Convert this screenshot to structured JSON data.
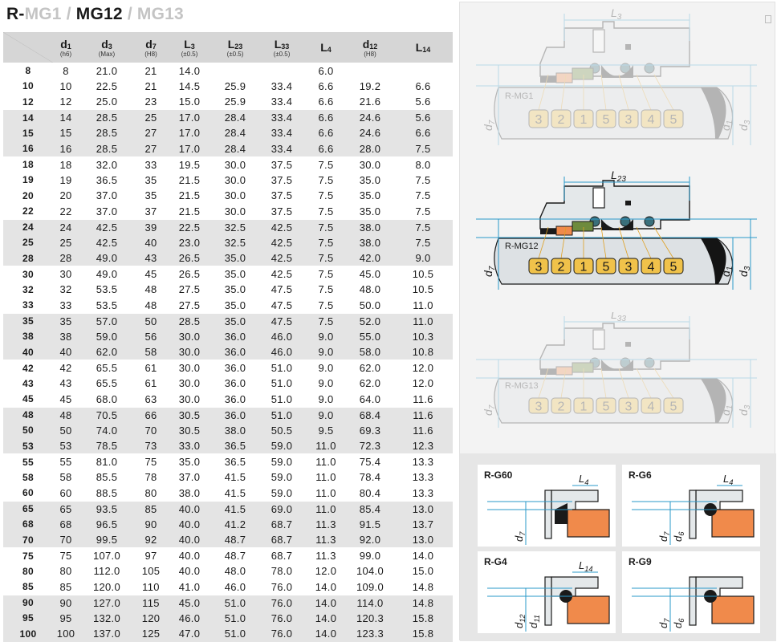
{
  "title": {
    "prefix": "R-",
    "part1": "MG1",
    "sep1": " / ",
    "part2": "MG12",
    "sep2": " / ",
    "part3": "MG13"
  },
  "columns": [
    {
      "symbol": "d",
      "sub": "1",
      "note": "(h6)"
    },
    {
      "symbol": "d",
      "sub": "3",
      "note": "(Max)"
    },
    {
      "symbol": "d",
      "sub": "7",
      "note": "(H8)"
    },
    {
      "symbol": "L",
      "sub": "3",
      "note": "(±0.5)"
    },
    {
      "symbol": "L",
      "sub": "23",
      "note": "(±0.5)"
    },
    {
      "symbol": "L",
      "sub": "33",
      "note": "(±0.5)"
    },
    {
      "symbol": "L",
      "sub": "4",
      "note": ""
    },
    {
      "symbol": "d",
      "sub": "12",
      "note": "(H8)"
    },
    {
      "symbol": "L",
      "sub": "14",
      "note": ""
    }
  ],
  "rows": [
    [
      "8",
      "8",
      "21.0",
      "21",
      "14.0",
      "",
      "",
      "6.0",
      "",
      ""
    ],
    [
      "10",
      "10",
      "22.5",
      "21",
      "14.5",
      "25.9",
      "33.4",
      "6.6",
      "19.2",
      "6.6"
    ],
    [
      "12",
      "12",
      "25.0",
      "23",
      "15.0",
      "25.9",
      "33.4",
      "6.6",
      "21.6",
      "5.6"
    ],
    [
      "14",
      "14",
      "28.5",
      "25",
      "17.0",
      "28.4",
      "33.4",
      "6.6",
      "24.6",
      "5.6"
    ],
    [
      "15",
      "15",
      "28.5",
      "27",
      "17.0",
      "28.4",
      "33.4",
      "6.6",
      "24.6",
      "6.6"
    ],
    [
      "16",
      "16",
      "28.5",
      "27",
      "17.0",
      "28.4",
      "33.4",
      "6.6",
      "28.0",
      "7.5"
    ],
    [
      "18",
      "18",
      "32.0",
      "33",
      "19.5",
      "30.0",
      "37.5",
      "7.5",
      "30.0",
      "8.0"
    ],
    [
      "19",
      "19",
      "36.5",
      "35",
      "21.5",
      "30.0",
      "37.5",
      "7.5",
      "35.0",
      "7.5"
    ],
    [
      "20",
      "20",
      "37.0",
      "35",
      "21.5",
      "30.0",
      "37.5",
      "7.5",
      "35.0",
      "7.5"
    ],
    [
      "22",
      "22",
      "37.0",
      "37",
      "21.5",
      "30.0",
      "37.5",
      "7.5",
      "35.0",
      "7.5"
    ],
    [
      "24",
      "24",
      "42.5",
      "39",
      "22.5",
      "32.5",
      "42.5",
      "7.5",
      "38.0",
      "7.5"
    ],
    [
      "25",
      "25",
      "42.5",
      "40",
      "23.0",
      "32.5",
      "42.5",
      "7.5",
      "38.0",
      "7.5"
    ],
    [
      "28",
      "28",
      "49.0",
      "43",
      "26.5",
      "35.0",
      "42.5",
      "7.5",
      "42.0",
      "9.0"
    ],
    [
      "30",
      "30",
      "49.0",
      "45",
      "26.5",
      "35.0",
      "42.5",
      "7.5",
      "45.0",
      "10.5"
    ],
    [
      "32",
      "32",
      "53.5",
      "48",
      "27.5",
      "35.0",
      "47.5",
      "7.5",
      "48.0",
      "10.5"
    ],
    [
      "33",
      "33",
      "53.5",
      "48",
      "27.5",
      "35.0",
      "47.5",
      "7.5",
      "50.0",
      "11.0"
    ],
    [
      "35",
      "35",
      "57.0",
      "50",
      "28.5",
      "35.0",
      "47.5",
      "7.5",
      "52.0",
      "11.0"
    ],
    [
      "38",
      "38",
      "59.0",
      "56",
      "30.0",
      "36.0",
      "46.0",
      "9.0",
      "55.0",
      "10.3"
    ],
    [
      "40",
      "40",
      "62.0",
      "58",
      "30.0",
      "36.0",
      "46.0",
      "9.0",
      "58.0",
      "10.8"
    ],
    [
      "42",
      "42",
      "65.5",
      "61",
      "30.0",
      "36.0",
      "51.0",
      "9.0",
      "62.0",
      "12.0"
    ],
    [
      "43",
      "43",
      "65.5",
      "61",
      "30.0",
      "36.0",
      "51.0",
      "9.0",
      "62.0",
      "12.0"
    ],
    [
      "45",
      "45",
      "68.0",
      "63",
      "30.0",
      "36.0",
      "51.0",
      "9.0",
      "64.0",
      "11.6"
    ],
    [
      "48",
      "48",
      "70.5",
      "66",
      "30.5",
      "36.0",
      "51.0",
      "9.0",
      "68.4",
      "11.6"
    ],
    [
      "50",
      "50",
      "74.0",
      "70",
      "30.5",
      "38.0",
      "50.5",
      "9.5",
      "69.3",
      "11.6"
    ],
    [
      "53",
      "53",
      "78.5",
      "73",
      "33.0",
      "36.5",
      "59.0",
      "11.0",
      "72.3",
      "12.3"
    ],
    [
      "55",
      "55",
      "81.0",
      "75",
      "35.0",
      "36.5",
      "59.0",
      "11.0",
      "75.4",
      "13.3"
    ],
    [
      "58",
      "58",
      "85.5",
      "78",
      "37.0",
      "41.5",
      "59.0",
      "11.0",
      "78.4",
      "13.3"
    ],
    [
      "60",
      "60",
      "88.5",
      "80",
      "38.0",
      "41.5",
      "59.0",
      "11.0",
      "80.4",
      "13.3"
    ],
    [
      "65",
      "65",
      "93.5",
      "85",
      "40.0",
      "41.5",
      "69.0",
      "11.0",
      "85.4",
      "13.0"
    ],
    [
      "68",
      "68",
      "96.5",
      "90",
      "40.0",
      "41.2",
      "68.7",
      "11.3",
      "91.5",
      "13.7"
    ],
    [
      "70",
      "70",
      "99.5",
      "92",
      "40.0",
      "48.7",
      "68.7",
      "11.3",
      "92.0",
      "13.0"
    ],
    [
      "75",
      "75",
      "107.0",
      "97",
      "40.0",
      "48.7",
      "68.7",
      "11.3",
      "99.0",
      "14.0"
    ],
    [
      "80",
      "80",
      "112.0",
      "105",
      "40.0",
      "48.0",
      "78.0",
      "12.0",
      "104.0",
      "15.0"
    ],
    [
      "85",
      "85",
      "120.0",
      "110",
      "41.0",
      "46.0",
      "76.0",
      "14.0",
      "109.0",
      "14.8"
    ],
    [
      "90",
      "90",
      "127.0",
      "115",
      "45.0",
      "51.0",
      "76.0",
      "14.0",
      "114.0",
      "14.8"
    ],
    [
      "95",
      "95",
      "132.0",
      "120",
      "46.0",
      "51.0",
      "76.0",
      "14.0",
      "120.3",
      "15.8"
    ],
    [
      "100",
      "100",
      "137.0",
      "125",
      "47.0",
      "51.0",
      "76.0",
      "14.0",
      "123.3",
      "15.8"
    ]
  ],
  "groups": [
    3,
    3,
    4,
    3,
    3,
    3,
    3,
    3,
    3,
    3,
    3,
    3,
    3
  ],
  "figures": [
    {
      "model": "R-MG1",
      "dim_top": "L3",
      "dims_side": [
        "d7",
        "d1",
        "d3"
      ],
      "parts": [
        "3",
        "2",
        "1",
        "5",
        "3",
        "4",
        "5"
      ],
      "active": false
    },
    {
      "model": "R-MG12",
      "dim_top": "L23",
      "dims_side": [
        "d7",
        "d1",
        "d3"
      ],
      "parts": [
        "3",
        "2",
        "1",
        "5",
        "3",
        "4",
        "5"
      ],
      "active": true
    },
    {
      "model": "R-MG13",
      "dim_top": "L33",
      "dims_side": [
        "d7",
        "d1",
        "d3"
      ],
      "parts": [
        "3",
        "2",
        "1",
        "5",
        "3",
        "4",
        "5"
      ],
      "active": false
    }
  ],
  "glands": [
    {
      "name": "R-G60",
      "dims": [
        "L4",
        "d7"
      ]
    },
    {
      "name": "R-G6",
      "dims": [
        "L4",
        "d7",
        "d6"
      ]
    },
    {
      "name": "R-G4",
      "dims": [
        "L14",
        "d12",
        "d11"
      ]
    },
    {
      "name": "R-G9",
      "dims": [
        "d7",
        "d6"
      ]
    }
  ],
  "colors": {
    "header_bg": "#d6d6d6",
    "row_shade": "#e4e4e4",
    "part_fill": "#f0c24a",
    "seal_orange": "#f08a4b",
    "dim_line": "#2a98c9"
  }
}
